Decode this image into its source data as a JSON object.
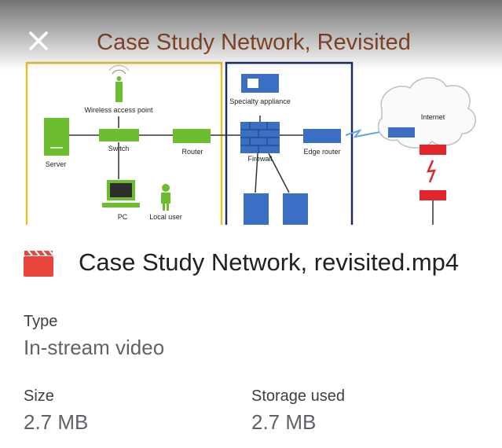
{
  "preview": {
    "slide_title": "Case Study Network, Revisited",
    "labels": {
      "wireless_ap": "Wireless access point",
      "server": "Server",
      "switch": "Switch",
      "router": "Router",
      "pc": "PC",
      "local_user": "Local user",
      "specialty_appliance": "Specialty appliance",
      "firewall": "Firewall",
      "edge_router": "Edge router",
      "internet": "Internet"
    },
    "colors": {
      "title": "#a0522d",
      "left_border": "#e3c22a",
      "right_border": "#1a2a6c",
      "green": "#6cbd2f",
      "blue": "#3a6fc4",
      "red": "#e0262b"
    }
  },
  "close_icon": "close-icon",
  "file": {
    "icon": "video-file-icon",
    "icon_color": "#e8453c",
    "name": "Case Study Network, revisited.mp4"
  },
  "details": {
    "type_label": "Type",
    "type_value": "In-stream video",
    "size_label": "Size",
    "size_value": "2.7 MB",
    "storage_label": "Storage used",
    "storage_value": "2.7 MB"
  }
}
